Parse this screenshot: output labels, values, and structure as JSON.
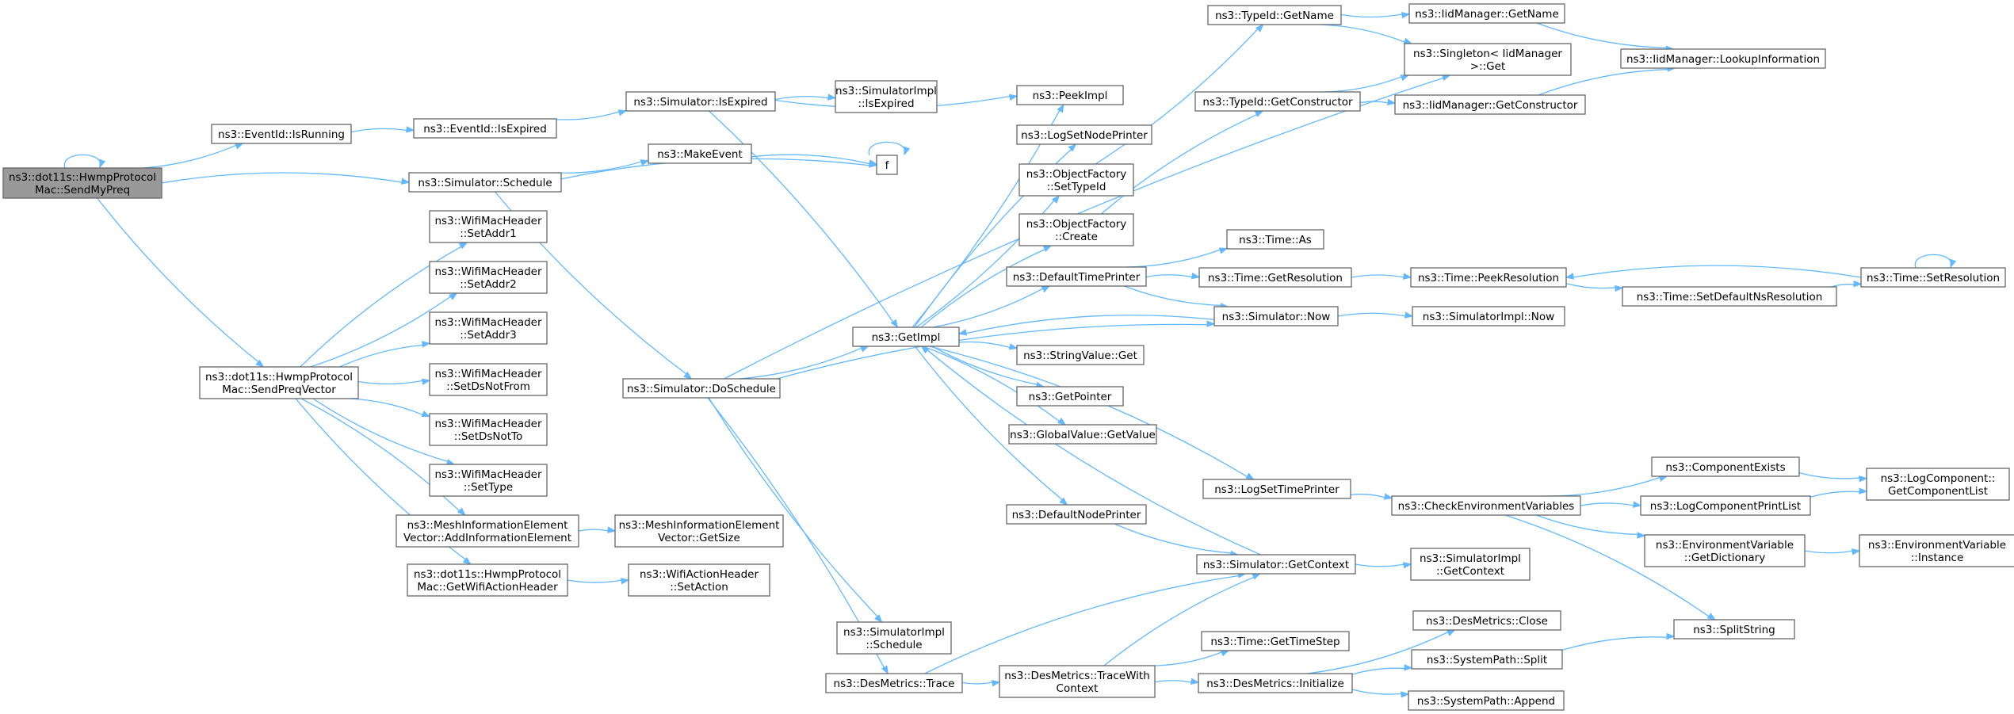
{
  "diagram": {
    "type": "call-graph",
    "colors": {
      "edge": "#63b8ff",
      "node_border": "#666666",
      "root_fill": "#999999",
      "node_fill": "#ffffff"
    },
    "nodes": [
      {
        "id": "root",
        "lines": [
          "ns3::dot11s::HwmpProtocol",
          "Mac::SendMyPreq"
        ],
        "root": true
      },
      {
        "id": "eid_run",
        "lines": [
          "ns3::EventId::IsRunning"
        ]
      },
      {
        "id": "eid_exp",
        "lines": [
          "ns3::EventId::IsExpired"
        ]
      },
      {
        "id": "sim_isexp",
        "lines": [
          "ns3::Simulator::IsExpired"
        ]
      },
      {
        "id": "simimpl_isexp",
        "lines": [
          "ns3::SimulatorImpl",
          "::IsExpired"
        ]
      },
      {
        "id": "peekimpl",
        "lines": [
          "ns3::PeekImpl"
        ]
      },
      {
        "id": "sim_sched",
        "lines": [
          "ns3::Simulator::Schedule"
        ]
      },
      {
        "id": "makeevent",
        "lines": [
          "ns3::MakeEvent"
        ]
      },
      {
        "id": "f",
        "lines": [
          "f"
        ]
      },
      {
        "id": "setaddr1",
        "lines": [
          "ns3::WifiMacHeader",
          "::SetAddr1"
        ]
      },
      {
        "id": "setaddr2",
        "lines": [
          "ns3::WifiMacHeader",
          "::SetAddr2"
        ]
      },
      {
        "id": "setaddr3",
        "lines": [
          "ns3::WifiMacHeader",
          "::SetAddr3"
        ]
      },
      {
        "id": "setdsnotfrom",
        "lines": [
          "ns3::WifiMacHeader",
          "::SetDsNotFrom"
        ]
      },
      {
        "id": "setdsnotto",
        "lines": [
          "ns3::WifiMacHeader",
          "::SetDsNotTo"
        ]
      },
      {
        "id": "settype",
        "lines": [
          "ns3::WifiMacHeader",
          "::SetType"
        ]
      },
      {
        "id": "sendpreqvec",
        "lines": [
          "ns3::dot11s::HwmpProtocol",
          "Mac::SendPreqVector"
        ]
      },
      {
        "id": "addinfo",
        "lines": [
          "ns3::MeshInformationElement",
          "Vector::AddInformationElement"
        ]
      },
      {
        "id": "getsize",
        "lines": [
          "ns3::MeshInformationElement",
          "Vector::GetSize"
        ]
      },
      {
        "id": "getwifiaction",
        "lines": [
          "ns3::dot11s::HwmpProtocol",
          "Mac::GetWifiActionHeader"
        ]
      },
      {
        "id": "setaction",
        "lines": [
          "ns3::WifiActionHeader",
          "::SetAction"
        ]
      },
      {
        "id": "doschedule",
        "lines": [
          "ns3::Simulator::DoSchedule"
        ]
      },
      {
        "id": "getimpl",
        "lines": [
          "ns3::GetImpl"
        ]
      },
      {
        "id": "logsetnode",
        "lines": [
          "ns3::LogSetNodePrinter"
        ]
      },
      {
        "id": "objf_settype",
        "lines": [
          "ns3::ObjectFactory",
          "::SetTypeId"
        ]
      },
      {
        "id": "objf_create",
        "lines": [
          "ns3::ObjectFactory",
          "::Create"
        ]
      },
      {
        "id": "deftimeprinter",
        "lines": [
          "ns3::DefaultTimePrinter"
        ]
      },
      {
        "id": "stringval",
        "lines": [
          "ns3::StringValue::Get"
        ]
      },
      {
        "id": "getpointer",
        "lines": [
          "ns3::GetPointer"
        ]
      },
      {
        "id": "globalval",
        "lines": [
          "ns3::GlobalValue::GetValue"
        ]
      },
      {
        "id": "defnodeprinter",
        "lines": [
          "ns3::DefaultNodePrinter"
        ]
      },
      {
        "id": "simimpl_sched",
        "lines": [
          "ns3::SimulatorImpl",
          "::Schedule"
        ]
      },
      {
        "id": "desm_trace",
        "lines": [
          "ns3::DesMetrics::Trace"
        ]
      },
      {
        "id": "typeid_getname",
        "lines": [
          "ns3::TypeId::GetName"
        ]
      },
      {
        "id": "typeid_getctor",
        "lines": [
          "ns3::TypeId::GetConstructor"
        ]
      },
      {
        "id": "time_as",
        "lines": [
          "ns3::Time::As"
        ]
      },
      {
        "id": "time_getres",
        "lines": [
          "ns3::Time::GetResolution"
        ]
      },
      {
        "id": "sim_now",
        "lines": [
          "ns3::Simulator::Now"
        ]
      },
      {
        "id": "logsettime",
        "lines": [
          "ns3::LogSetTimePrinter"
        ]
      },
      {
        "id": "sim_getctx",
        "lines": [
          "ns3::Simulator::GetContext"
        ]
      },
      {
        "id": "desm_tracectx",
        "lines": [
          "ns3::DesMetrics::TraceWith",
          "Context"
        ]
      },
      {
        "id": "time_gettimestep",
        "lines": [
          "ns3::Time::GetTimeStep"
        ]
      },
      {
        "id": "desm_init",
        "lines": [
          "ns3::DesMetrics::Initialize"
        ]
      },
      {
        "id": "iid_getname",
        "lines": [
          "ns3::IidManager::GetName"
        ]
      },
      {
        "id": "singleton_get",
        "lines": [
          "ns3::Singleton< IidManager",
          " >::Get"
        ]
      },
      {
        "id": "iid_getctor",
        "lines": [
          "ns3::IidManager::GetConstructor"
        ]
      },
      {
        "id": "iid_lookup",
        "lines": [
          "ns3::IidManager::LookupInformation"
        ]
      },
      {
        "id": "time_peekres",
        "lines": [
          "ns3::Time::PeekResolution"
        ]
      },
      {
        "id": "time_setdefns",
        "lines": [
          "ns3::Time::SetDefaultNsResolution"
        ]
      },
      {
        "id": "time_setres",
        "lines": [
          "ns3::Time::SetResolution"
        ]
      },
      {
        "id": "simimpl_now",
        "lines": [
          "ns3::SimulatorImpl::Now"
        ]
      },
      {
        "id": "checkenv",
        "lines": [
          "ns3::CheckEnvironmentVariables"
        ]
      },
      {
        "id": "compexists",
        "lines": [
          "ns3::ComponentExists"
        ]
      },
      {
        "id": "logcompprint",
        "lines": [
          "ns3::LogComponentPrintList"
        ]
      },
      {
        "id": "logcomp_getlist",
        "lines": [
          "ns3::LogComponent::",
          "GetComponentList"
        ]
      },
      {
        "id": "envvar_getdict",
        "lines": [
          "ns3::EnvironmentVariable",
          "::GetDictionary"
        ]
      },
      {
        "id": "envvar_instance",
        "lines": [
          "ns3::EnvironmentVariable",
          "::Instance"
        ]
      },
      {
        "id": "splitstring",
        "lines": [
          "ns3::SplitString"
        ]
      },
      {
        "id": "simimpl_getctx",
        "lines": [
          "ns3::SimulatorImpl",
          "::GetContext"
        ]
      },
      {
        "id": "desm_close",
        "lines": [
          "ns3::DesMetrics::Close"
        ]
      },
      {
        "id": "syspath_split",
        "lines": [
          "ns3::SystemPath::Split"
        ]
      },
      {
        "id": "syspath_append",
        "lines": [
          "ns3::SystemPath::Append"
        ]
      }
    ],
    "edges": [
      [
        "root",
        "root"
      ],
      [
        "root",
        "eid_run"
      ],
      [
        "root",
        "sim_sched"
      ],
      [
        "root",
        "sendpreqvec"
      ],
      [
        "eid_run",
        "eid_exp"
      ],
      [
        "eid_exp",
        "sim_isexp"
      ],
      [
        "sim_isexp",
        "simimpl_isexp"
      ],
      [
        "sim_isexp",
        "peekimpl"
      ],
      [
        "sim_isexp",
        "getimpl"
      ],
      [
        "sim_sched",
        "makeevent"
      ],
      [
        "sim_sched",
        "f"
      ],
      [
        "sim_sched",
        "doschedule"
      ],
      [
        "makeevent",
        "f"
      ],
      [
        "f",
        "f"
      ],
      [
        "sendpreqvec",
        "setaddr1"
      ],
      [
        "sendpreqvec",
        "setaddr2"
      ],
      [
        "sendpreqvec",
        "setaddr3"
      ],
      [
        "sendpreqvec",
        "setdsnotfrom"
      ],
      [
        "sendpreqvec",
        "setdsnotto"
      ],
      [
        "sendpreqvec",
        "settype"
      ],
      [
        "sendpreqvec",
        "addinfo"
      ],
      [
        "sendpreqvec",
        "getwifiaction"
      ],
      [
        "addinfo",
        "getsize"
      ],
      [
        "getwifiaction",
        "setaction"
      ],
      [
        "doschedule",
        "singleton_get"
      ],
      [
        "doschedule",
        "getimpl"
      ],
      [
        "doschedule",
        "sim_now"
      ],
      [
        "doschedule",
        "simimpl_sched"
      ],
      [
        "doschedule",
        "desm_trace"
      ],
      [
        "getimpl",
        "peekimpl"
      ],
      [
        "getimpl",
        "logsetnode"
      ],
      [
        "getimpl",
        "objf_settype"
      ],
      [
        "getimpl",
        "objf_create"
      ],
      [
        "getimpl",
        "deftimeprinter"
      ],
      [
        "getimpl",
        "stringval"
      ],
      [
        "getimpl",
        "getpointer"
      ],
      [
        "getimpl",
        "globalval"
      ],
      [
        "getimpl",
        "defnodeprinter"
      ],
      [
        "getimpl",
        "logsettime"
      ],
      [
        "objf_settype",
        "typeid_getname"
      ],
      [
        "objf_create",
        "typeid_getctor"
      ],
      [
        "deftimeprinter",
        "time_as"
      ],
      [
        "deftimeprinter",
        "time_getres"
      ],
      [
        "deftimeprinter",
        "sim_now"
      ],
      [
        "time_getres",
        "time_peekres"
      ],
      [
        "time_peekres",
        "time_setdefns"
      ],
      [
        "time_setdefns",
        "time_setres"
      ],
      [
        "time_setres",
        "time_peekres"
      ],
      [
        "time_setres",
        "time_setres"
      ],
      [
        "sim_now",
        "getimpl"
      ],
      [
        "sim_now",
        "simimpl_now"
      ],
      [
        "defnodeprinter",
        "sim_getctx"
      ],
      [
        "sim_getctx",
        "getimpl"
      ],
      [
        "sim_getctx",
        "simimpl_getctx"
      ],
      [
        "logsettime",
        "checkenv"
      ],
      [
        "checkenv",
        "compexists"
      ],
      [
        "checkenv",
        "logcompprint"
      ],
      [
        "checkenv",
        "envvar_getdict"
      ],
      [
        "checkenv",
        "splitstring"
      ],
      [
        "compexists",
        "logcomp_getlist"
      ],
      [
        "logcompprint",
        "logcomp_getlist"
      ],
      [
        "envvar_getdict",
        "envvar_instance"
      ],
      [
        "desm_trace",
        "sim_getctx"
      ],
      [
        "desm_trace",
        "desm_tracectx"
      ],
      [
        "desm_tracectx",
        "sim_getctx"
      ],
      [
        "desm_tracectx",
        "time_gettimestep"
      ],
      [
        "desm_tracectx",
        "desm_init"
      ],
      [
        "desm_init",
        "desm_close"
      ],
      [
        "desm_init",
        "syspath_split"
      ],
      [
        "desm_init",
        "syspath_append"
      ],
      [
        "syspath_split",
        "splitstring"
      ],
      [
        "typeid_getname",
        "iid_getname"
      ],
      [
        "typeid_getname",
        "singleton_get"
      ],
      [
        "typeid_getctor",
        "singleton_get"
      ],
      [
        "typeid_getctor",
        "iid_getctor"
      ],
      [
        "iid_getname",
        "iid_lookup"
      ],
      [
        "iid_getctor",
        "iid_lookup"
      ]
    ]
  }
}
